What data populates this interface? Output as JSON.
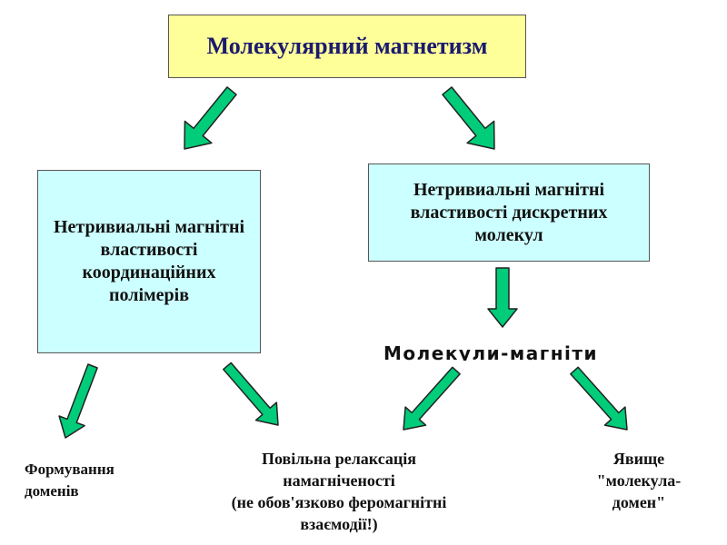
{
  "colors": {
    "title_box_bg": "#ffff99",
    "node_box_bg": "#ccffff",
    "arrow_fill": "#00cc7a",
    "arrow_stroke": "#222222"
  },
  "diagram": {
    "title": "Молекулярний магнетизм",
    "left_node": "Нетривиальні магнітні властивості координаційних полімерів",
    "right_node": "Нетривиальні магнітні властивості дискретних молекул",
    "middle_label": "Молекули-магніти",
    "leaves": [
      {
        "lines": [
          "Формування",
          "доменів"
        ]
      },
      {
        "lines": [
          "Повільна релаксація",
          "намагніченості",
          "(не обов'язково феромагнітні",
          "взаємодії!)"
        ]
      },
      {
        "lines": [
          "Явище",
          "\"молекула-",
          "домен\""
        ]
      }
    ]
  }
}
